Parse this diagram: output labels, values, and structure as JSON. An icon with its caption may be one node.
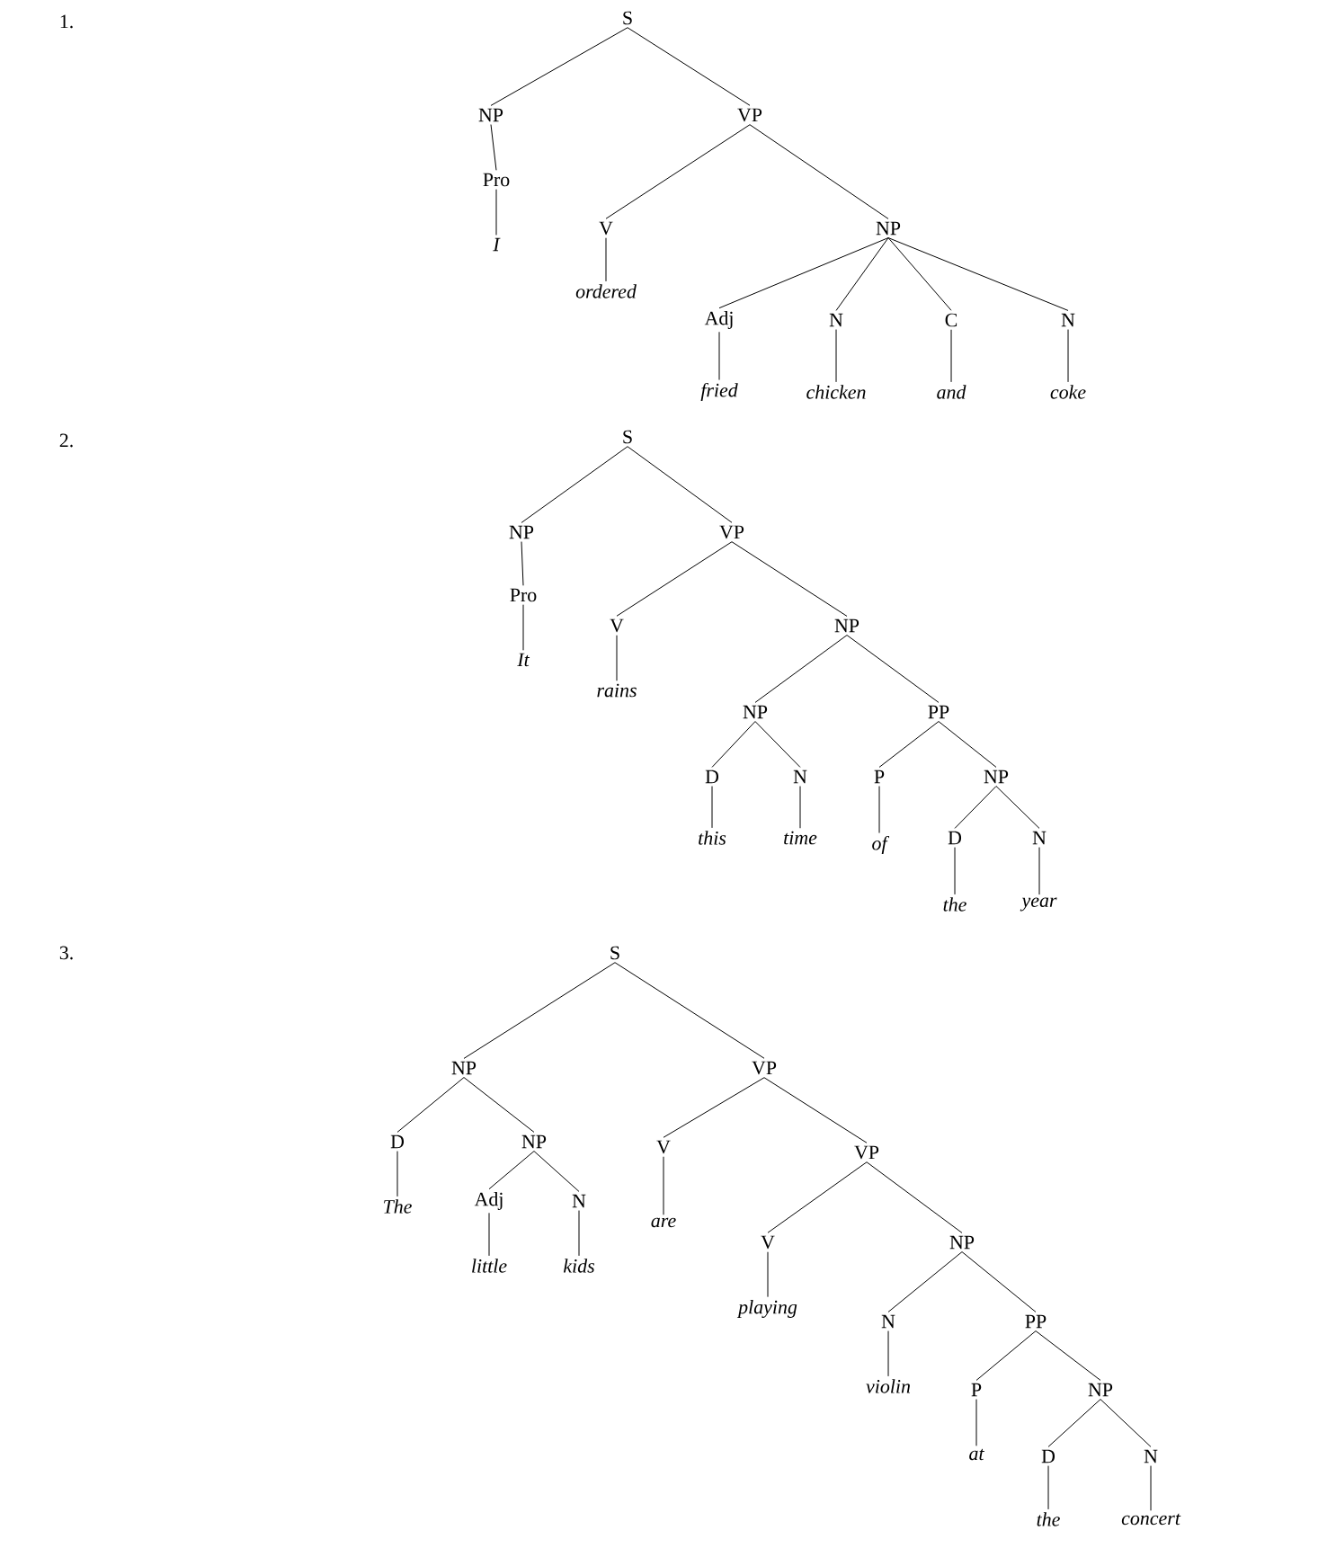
{
  "diagram": {
    "nodes": [
      {
        "text": [
          "S"
        ]
      },
      {
        "text": [
          "NP"
        ]
      },
      {
        "text": [
          "VP"
        ]
      },
      {
        "text": [
          "Pro"
        ]
      },
      {
        "text": [
          "I"
        ]
      },
      {
        "text": [
          "V"
        ]
      },
      {
        "text": [
          "NP"
        ]
      },
      {
        "text": [
          "ordered"
        ]
      },
      {
        "text": [
          "Adj"
        ]
      },
      {
        "text": [
          "N"
        ]
      },
      {
        "text": [
          "C"
        ]
      },
      {
        "text": [
          "N"
        ]
      },
      {
        "text": [
          "fried"
        ]
      },
      {
        "text": [
          "chicken"
        ]
      },
      {
        "text": [
          "and"
        ]
      },
      {
        "text": [
          "coke"
        ]
      },
      {
        "text": [
          "S"
        ]
      },
      {
        "text": [
          "NP"
        ]
      },
      {
        "text": [
          "VP"
        ]
      },
      {
        "text": [
          "Pro"
        ]
      },
      {
        "text": [
          "It"
        ]
      },
      {
        "text": [
          "V"
        ]
      },
      {
        "text": [
          "NP"
        ]
      },
      {
        "text": [
          "rains"
        ]
      },
      {
        "text": [
          "NP"
        ]
      },
      {
        "text": [
          "PP"
        ]
      },
      {
        "text": [
          "D"
        ]
      },
      {
        "text": [
          "N"
        ]
      },
      {
        "text": [
          "this"
        ]
      },
      {
        "text": [
          "time"
        ]
      },
      {
        "text": [
          "P"
        ]
      },
      {
        "text": [
          "NP"
        ]
      },
      {
        "text": [
          "of"
        ]
      },
      {
        "text": [
          "D"
        ]
      },
      {
        "text": [
          "N"
        ]
      },
      {
        "text": [
          "the"
        ]
      },
      {
        "text": [
          "year"
        ]
      },
      {
        "text": [
          "S"
        ]
      },
      {
        "text": [
          "NP"
        ]
      },
      {
        "text": [
          "VP"
        ]
      },
      {
        "text": [
          "D"
        ]
      },
      {
        "text": [
          "NP"
        ]
      },
      {
        "text": [
          "The"
        ]
      },
      {
        "text": [
          "Adj"
        ]
      },
      {
        "text": [
          "N"
        ]
      },
      {
        "text": [
          "little"
        ]
      },
      {
        "text": [
          "kids"
        ]
      },
      {
        "text": [
          "V"
        ]
      },
      {
        "text": [
          "VP"
        ]
      },
      {
        "text": [
          "are"
        ]
      },
      {
        "text": [
          "V"
        ]
      },
      {
        "text": [
          "NP"
        ]
      },
      {
        "text": [
          "playing"
        ]
      },
      {
        "text": [
          "N"
        ]
      },
      {
        "text": [
          "PP"
        ]
      },
      {
        "text": [
          "violin"
        ]
      },
      {
        "text": [
          "P"
        ]
      },
      {
        "text": [
          "NP"
        ]
      },
      {
        "text": [
          "at"
        ]
      },
      {
        "text": [
          "D"
        ]
      },
      {
        "text": [
          "N"
        ]
      },
      {
        "text": [
          "the"
        ]
      },
      {
        "text": [
          "concert"
        ]
      }
    ],
    "edges": [
      {
        "from": 0,
        "to": 1,
        "arrow": "none"
      },
      {
        "from": 0,
        "to": 2,
        "arrow": "none"
      },
      {
        "from": 1,
        "to": 3,
        "arrow": "none"
      },
      {
        "from": 3,
        "to": 4,
        "arrow": "none"
      },
      {
        "from": 2,
        "to": 5,
        "arrow": "none"
      },
      {
        "from": 2,
        "to": 6,
        "arrow": "none"
      },
      {
        "from": 5,
        "to": 7,
        "arrow": "none"
      },
      {
        "from": 6,
        "to": 8,
        "arrow": "none"
      },
      {
        "from": 6,
        "to": 9,
        "arrow": "none"
      },
      {
        "from": 6,
        "to": 10,
        "arrow": "none"
      },
      {
        "from": 6,
        "to": 11,
        "arrow": "none"
      },
      {
        "from": 8,
        "to": 12,
        "arrow": "none"
      },
      {
        "from": 9,
        "to": 13,
        "arrow": "none"
      },
      {
        "from": 10,
        "to": 14,
        "arrow": "none"
      },
      {
        "from": 11,
        "to": 15,
        "arrow": "none"
      },
      {
        "from": 16,
        "to": 17,
        "arrow": "none"
      },
      {
        "from": 16,
        "to": 18,
        "arrow": "none"
      },
      {
        "from": 17,
        "to": 19,
        "arrow": "none"
      },
      {
        "from": 19,
        "to": 20,
        "arrow": "none"
      },
      {
        "from": 18,
        "to": 21,
        "arrow": "none"
      },
      {
        "from": 18,
        "to": 22,
        "arrow": "none"
      },
      {
        "from": 21,
        "to": 23,
        "arrow": "none"
      },
      {
        "from": 22,
        "to": 24,
        "arrow": "none"
      },
      {
        "from": 22,
        "to": 25,
        "arrow": "none"
      },
      {
        "from": 24,
        "to": 26,
        "arrow": "none"
      },
      {
        "from": 24,
        "to": 27,
        "arrow": "none"
      },
      {
        "from": 26,
        "to": 28,
        "arrow": "none"
      },
      {
        "from": 27,
        "to": 29,
        "arrow": "none"
      },
      {
        "from": 25,
        "to": 30,
        "arrow": "none"
      },
      {
        "from": 25,
        "to": 31,
        "arrow": "none"
      },
      {
        "from": 30,
        "to": 32,
        "arrow": "none"
      },
      {
        "from": 31,
        "to": 33,
        "arrow": "none"
      },
      {
        "from": 31,
        "to": 34,
        "arrow": "none"
      },
      {
        "from": 33,
        "to": 35,
        "arrow": "none"
      },
      {
        "from": 34,
        "to": 36,
        "arrow": "none"
      },
      {
        "from": 37,
        "to": 38,
        "arrow": "none"
      },
      {
        "from": 37,
        "to": 39,
        "arrow": "none"
      },
      {
        "from": 38,
        "to": 40,
        "arrow": "none"
      },
      {
        "from": 38,
        "to": 41,
        "arrow": "none"
      },
      {
        "from": 40,
        "to": 42,
        "arrow": "none"
      },
      {
        "from": 41,
        "to": 43,
        "arrow": "none"
      },
      {
        "from": 41,
        "to": 44,
        "arrow": "none"
      },
      {
        "from": 43,
        "to": 45,
        "arrow": "none"
      },
      {
        "from": 44,
        "to": 46,
        "arrow": "none"
      },
      {
        "from": 39,
        "to": 47,
        "arrow": "none"
      },
      {
        "from": 39,
        "to": 48,
        "arrow": "none"
      },
      {
        "from": 47,
        "to": 49,
        "arrow": "none"
      },
      {
        "from": 48,
        "to": 50,
        "arrow": "none"
      },
      {
        "from": 48,
        "to": 51,
        "arrow": "none"
      },
      {
        "from": 50,
        "to": 52,
        "arrow": "none"
      },
      {
        "from": 51,
        "to": 53,
        "arrow": "none"
      },
      {
        "from": 51,
        "to": 54,
        "arrow": "none"
      },
      {
        "from": 53,
        "to": 55,
        "arrow": "none"
      },
      {
        "from": 54,
        "to": 56,
        "arrow": "none"
      },
      {
        "from": 54,
        "to": 57,
        "arrow": "none"
      },
      {
        "from": 56,
        "to": 58,
        "arrow": "none"
      },
      {
        "from": 57,
        "to": 59,
        "arrow": "none"
      },
      {
        "from": 57,
        "to": 60,
        "arrow": "none"
      },
      {
        "from": 59,
        "to": 61,
        "arrow": "none"
      },
      {
        "from": 60,
        "to": 62,
        "arrow": "none"
      }
    ],
    "labels": [
      "1.",
      "2.",
      "3."
    ]
  }
}
